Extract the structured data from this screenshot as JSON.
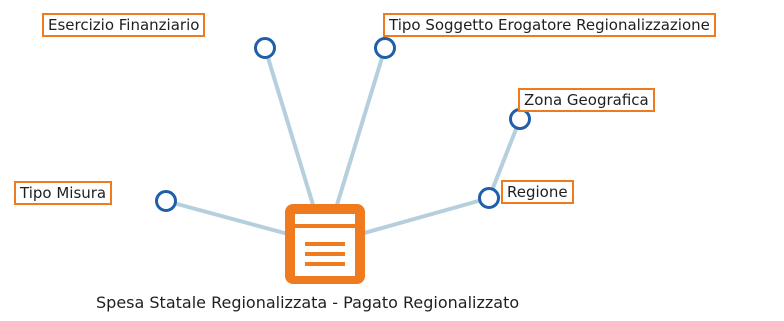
{
  "diagram": {
    "fact": {
      "label": "Spesa Statale Regionalizzata - Pagato Regionalizzato",
      "icon": "table-document-icon",
      "color": "#f07a1e"
    },
    "dimensions": [
      {
        "id": "esercizio",
        "label": "Esercizio Finanziario"
      },
      {
        "id": "tipo-soggetto",
        "label": "Tipo Soggetto Erogatore Regionalizzazione"
      },
      {
        "id": "zona",
        "label": "Zona Geografica"
      },
      {
        "id": "regione",
        "label": "Regione"
      },
      {
        "id": "tipo-misura",
        "label": "Tipo Misura"
      }
    ],
    "edges": [
      {
        "from": "fact",
        "to": "esercizio"
      },
      {
        "from": "fact",
        "to": "tipo-soggetto"
      },
      {
        "from": "fact",
        "to": "regione"
      },
      {
        "from": "fact",
        "to": "tipo-misura"
      },
      {
        "from": "regione",
        "to": "zona"
      }
    ],
    "colors": {
      "edge": "#b6cfdc",
      "node_border": "#1f5faa",
      "label_border": "#f07a1e"
    }
  }
}
